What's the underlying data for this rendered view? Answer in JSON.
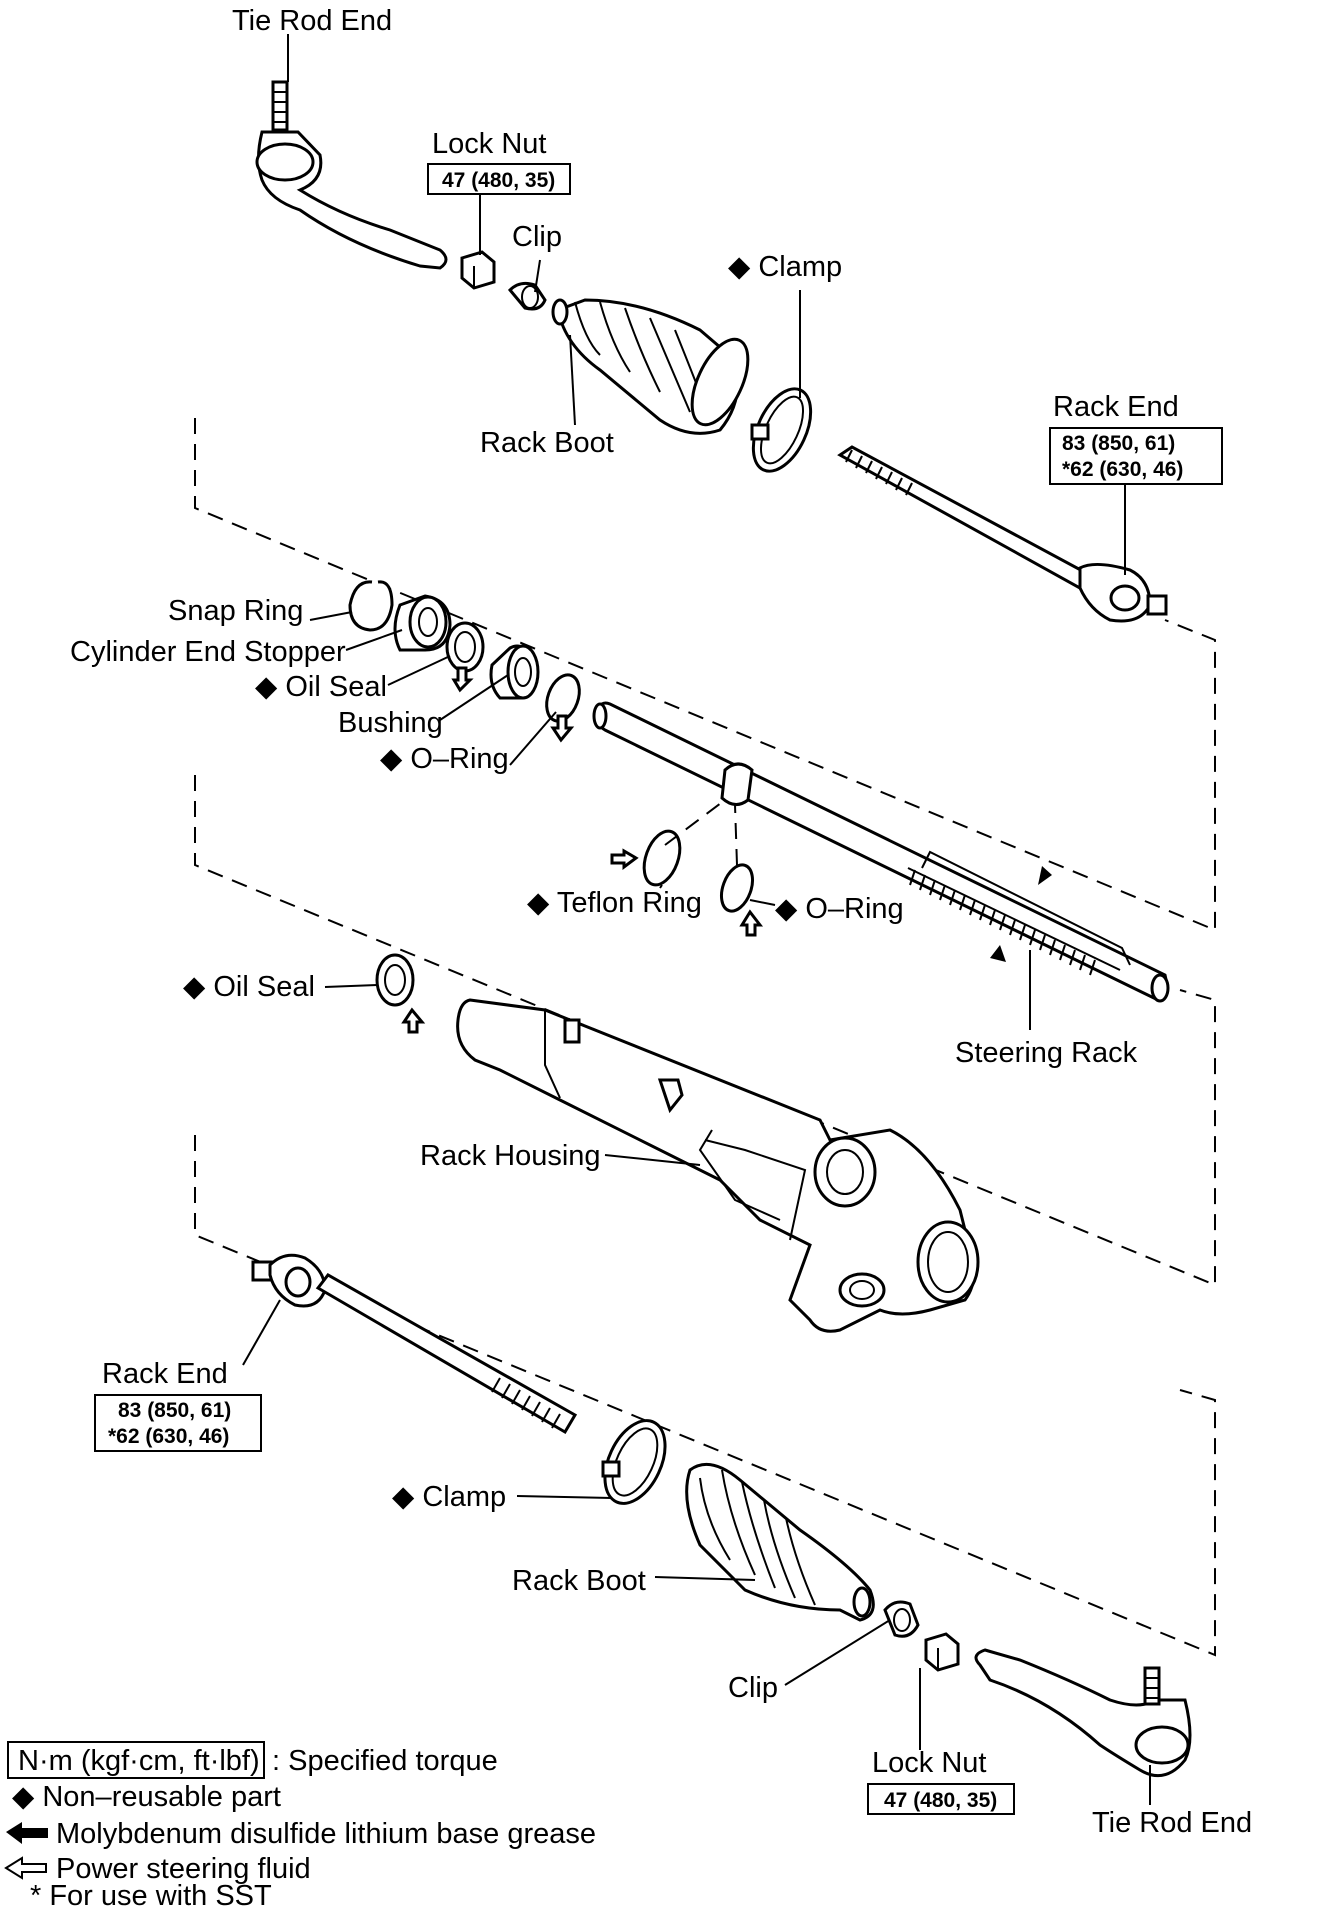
{
  "labels": {
    "tie_rod_end_top": "Tie Rod End",
    "lock_nut_top": "Lock Nut",
    "lock_nut_top_torque": "47 (480, 35)",
    "clip_top": "Clip",
    "clamp_top": "◆ Clamp",
    "rack_boot_top": "Rack Boot",
    "rack_end_top": "Rack End",
    "rack_end_top_torque1": "83 (850, 61)",
    "rack_end_top_torque2": "*62 (630, 46)",
    "snap_ring": "Snap Ring",
    "cylinder_end_stopper": "Cylinder End Stopper",
    "oil_seal_upper": "◆ Oil Seal",
    "bushing": "Bushing",
    "o_ring_upper": "◆ O–Ring",
    "teflon_ring": "◆ Teflon Ring",
    "o_ring_lower": "◆ O–Ring",
    "oil_seal_lower": "◆ Oil Seal",
    "steering_rack": "Steering Rack",
    "rack_housing": "Rack Housing",
    "rack_end_bottom": "Rack End",
    "rack_end_bottom_torque1": "83 (850, 61)",
    "rack_end_bottom_torque2": "*62 (630, 46)",
    "clamp_bottom": "◆ Clamp",
    "rack_boot_bottom": "Rack Boot",
    "clip_bottom": "Clip",
    "lock_nut_bottom": "Lock Nut",
    "lock_nut_bottom_torque": "47 (480, 35)",
    "tie_rod_end_bottom": "Tie Rod End"
  },
  "legend": {
    "torque_unit": "N·m (kgf·cm, ft·lbf)",
    "torque_desc": ": Specified torque",
    "non_reusable": "◆ Non–reusable part",
    "moly_grease": "Molybdenum disulfide lithium base grease",
    "ps_fluid": "Power steering fluid",
    "sst": "* For use with SST"
  }
}
